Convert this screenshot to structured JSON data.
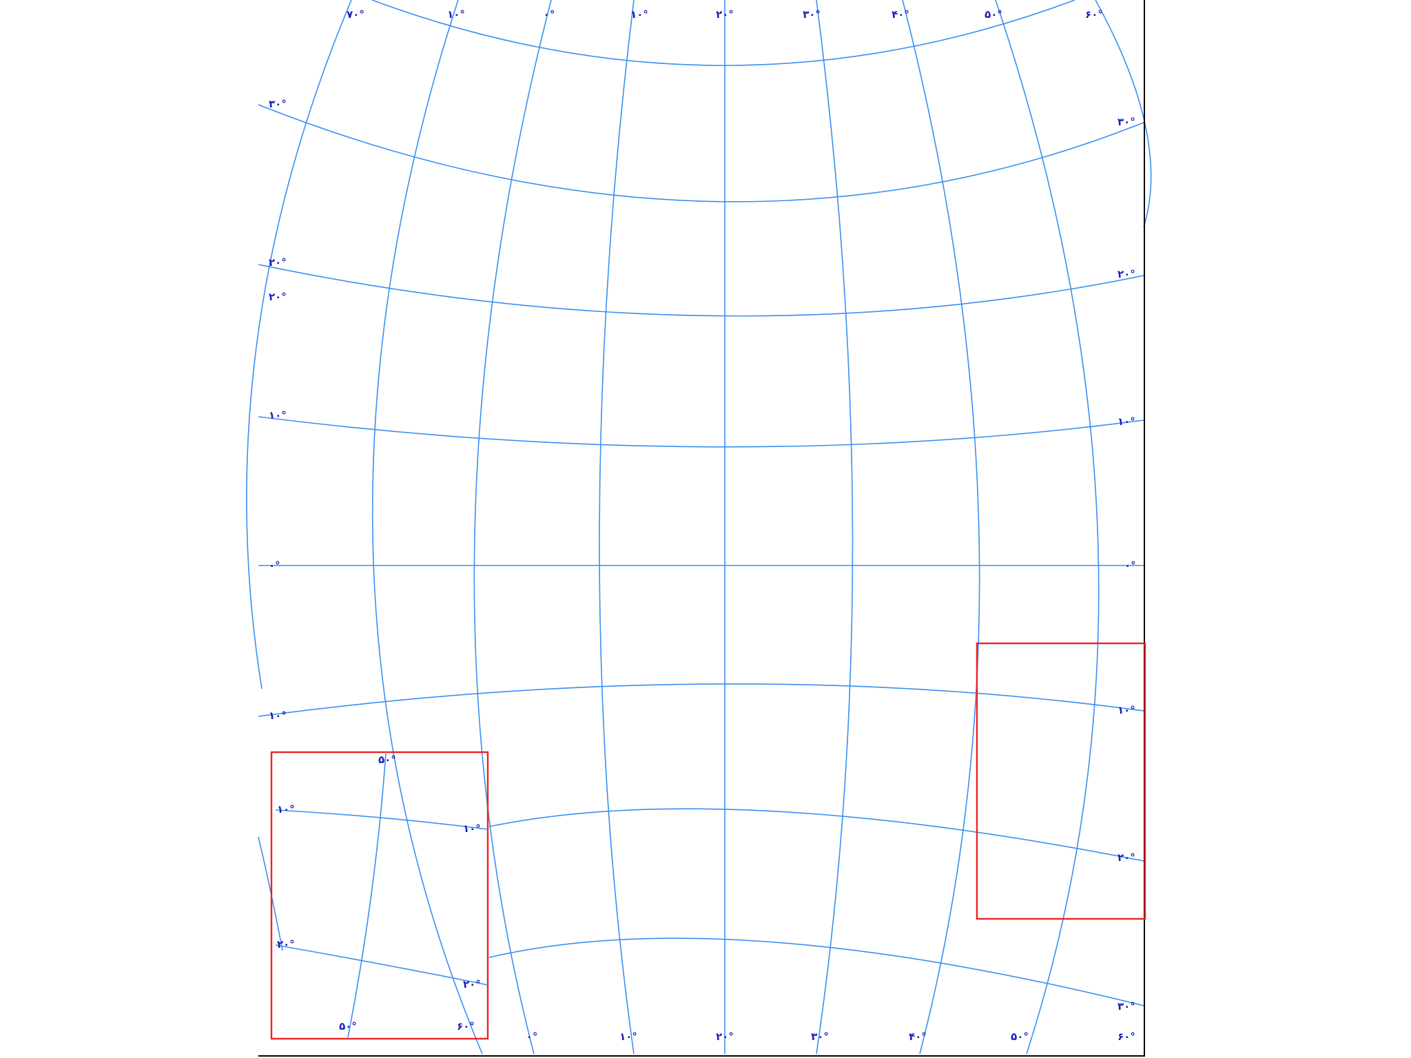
{
  "colors": {
    "graticule": "#3a8ff0",
    "labels": "#1c1fb8",
    "inset_frames": "#ee2222",
    "edge": "#000000",
    "background": "#ffffff"
  },
  "labels": {
    "top": [
      "۷۰°",
      "۱۰°",
      "۰°",
      "۱۰°",
      "۲۰°",
      "۳۰°",
      "۴۰°",
      "۵۰°",
      "۶۰°"
    ],
    "bottom": [
      "۰°",
      "۱۰°",
      "۲۰°",
      "۳۰°",
      "۴۰°",
      "۵۰°",
      "۶۰°"
    ],
    "left": [
      "۳۰°",
      "۲۰°",
      "۲۰°",
      "۱۰°",
      "۰°",
      "۱۰°"
    ],
    "right": [
      "۳۰°",
      "۲۰°",
      "۱۰°",
      "۰°",
      "۱۰°",
      "۲۰°",
      "۳۰°"
    ],
    "inset_left": [
      "۵۰°",
      "۱۰°",
      "۱۰°",
      "۲۰°",
      "۲۰°",
      "۵۰°",
      "۶۰°"
    ]
  }
}
